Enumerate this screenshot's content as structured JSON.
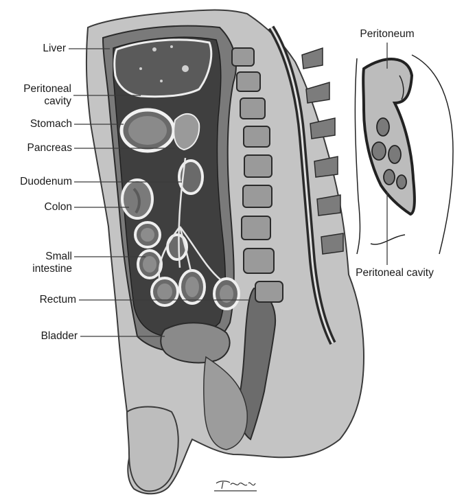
{
  "labels": {
    "liver": "Liver",
    "peritoneal_cavity_line1": "Peritoneal",
    "peritoneal_cavity_line2": "cavity",
    "stomach": "Stomach",
    "pancreas": "Pancreas",
    "duodenum": "Duodenum",
    "colon": "Colon",
    "small_intestine_line1": "Small",
    "small_intestine_line2": "intestine",
    "rectum": "Rectum",
    "bladder": "Bladder",
    "peritoneum": "Peritoneum",
    "peritoneal_cavity_inset": "Peritoneal cavity"
  },
  "signature": "Tardieu",
  "colors": {
    "ink": "#1a1a1a",
    "tissue_dark": "#5a5a5a",
    "tissue_mid": "#8c8c8c",
    "tissue_light": "#c9c9c9",
    "skin": "#b5b5b5",
    "membrane": "#f2f2f2"
  }
}
